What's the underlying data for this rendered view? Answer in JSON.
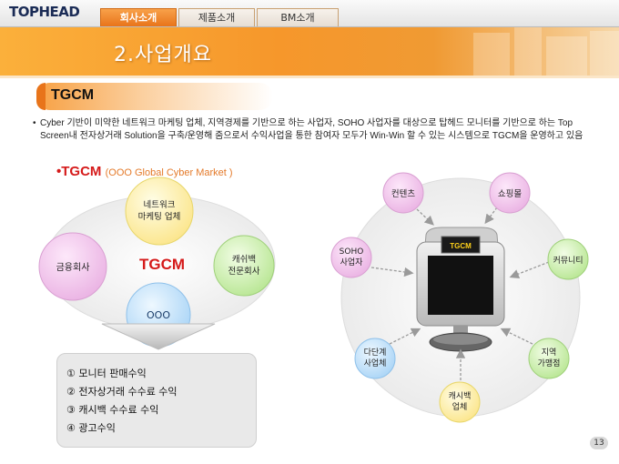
{
  "header": {
    "logo_text": "TOPHEAD",
    "tabs": [
      {
        "label": "회사소개",
        "active": true
      },
      {
        "label": "제품소개",
        "active": false
      },
      {
        "label": "BM소개",
        "active": false
      }
    ],
    "page_title": "2.사업개요"
  },
  "section": {
    "title": "TGCM",
    "description": "Cyber 기반이 미약한 네트워크 마케팅 업체, 지역경제를 기반으로 하는 사업자, SOHO 사업자를 대상으로 탑헤드 모니터를 기반으로 하는 Top Screen내 전자상거래 Solution을 구축/운영해 줌으로서 수익사업을 통한 참여자 모두가 Win-Win 할 수 있는 시스템으로 TGCM을 운영하고 있음"
  },
  "left_diagram": {
    "heading": "•TGCM",
    "heading_sub": "(OOO Global Cyber Market )",
    "center_label": "TGCM",
    "nodes": {
      "top": "네트워크\n마케팅 업체",
      "left": "금융회사",
      "right": "캐쉬백\n전문회사",
      "bottom": "OOO"
    },
    "revenue_items": [
      "① 모니터 판매수익",
      "② 전자상거래 수수료 수익",
      "③ 캐시백 수수료 수익",
      "④ 광고수익"
    ]
  },
  "right_diagram": {
    "monitor_label": "TGCM",
    "nodes": {
      "content": "컨텐츠",
      "shopping": "쇼핑몰",
      "soho": "SOHO\n사업자",
      "community": "커뮤니티",
      "multilevel": "다단계\n사업체",
      "regional": "지역\n가맹점",
      "cashback": "캐시백\n업체"
    }
  },
  "page_number": "13",
  "colors": {
    "accent_orange": "#f39a2f",
    "node_pink": "#f0bde8",
    "node_green": "#c8eda4",
    "node_yellow": "#fff0a0",
    "node_blue": "#c6e4fb",
    "title_red": "#d51a1a"
  }
}
